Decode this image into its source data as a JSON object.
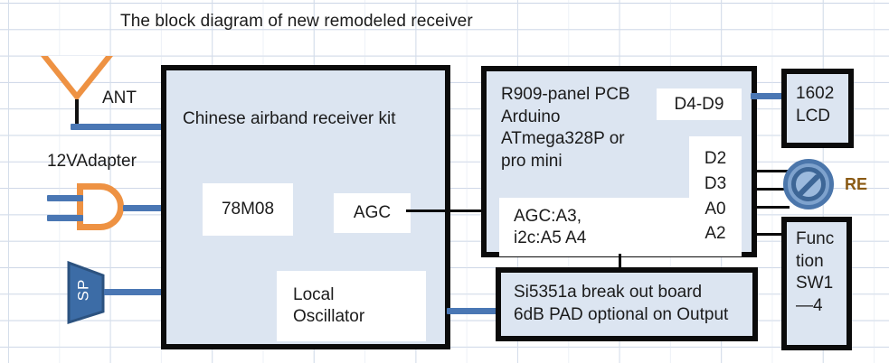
{
  "title": "The block diagram of new remodeled receiver",
  "labels": {
    "antenna": "ANT",
    "adapter": "12VAdapter",
    "speaker": "SP",
    "rotary_encoder": "RE"
  },
  "blocks": {
    "receiver_kit": {
      "title": "Chinese airband receiver kit",
      "sub_boxes": {
        "regulator": "78M08",
        "agc": "AGC",
        "local_oscillator": "Local\nOscillator"
      }
    },
    "arduino": {
      "title": "R909-panel PCB\nArduino\nATmega328P or\npro mini",
      "sub_boxes": {
        "lcd_pins": "D4-D9",
        "io_pins": "D2\nD3\nA0\nA2",
        "analog_pins": "AGC:A3,\n     i2c:A5  A4"
      }
    },
    "si5351a": "Si5351a break out board\n6dB PAD optional on Output",
    "lcd": "1602\nLCD",
    "function_sw": "Func\ntion\nSW1\n—4"
  },
  "colors": {
    "block_fill": "#dce5f1",
    "block_border": "#0b0b0b",
    "accent_orange": "#ee9243",
    "wire_blue": "#4a77b4",
    "speaker_blue": "#3c6ca6",
    "re_blue": "#4b76ab",
    "re_label": "#8a5a14",
    "grid_line": "#c9d4e4"
  }
}
